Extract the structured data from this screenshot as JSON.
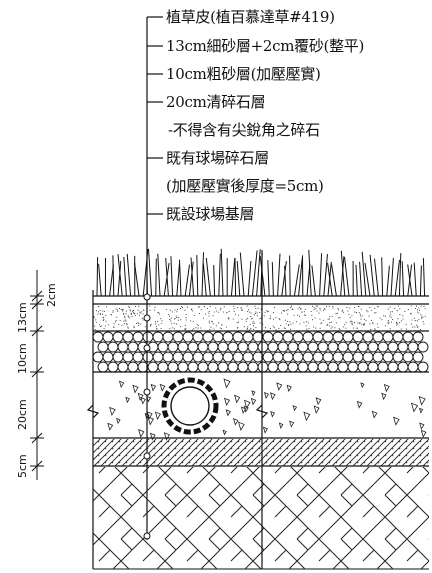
{
  "labels": {
    "turf": "植草皮(植百慕達草#419)",
    "sand_layer": "13cm細砂層+2cm覆砂(整平)",
    "coarse_sand": "10cm粗砂層(加壓壓實)",
    "gravel_layer": "20cm清碎石層",
    "gravel_note": "-不得含有尖銳角之碎石",
    "existing_gravel": "既有球場碎石層",
    "existing_gravel_note": "(加壓壓實後厚度=5cm)",
    "base_layer": "既設球場基層"
  },
  "dimensions": {
    "d_2cm": "2cm",
    "d_13cm": "13cm",
    "d_10cm": "10cm",
    "d_20cm": "20cm",
    "d_5cm": "5cm"
  },
  "colors": {
    "ink": "#111111",
    "background": "#ffffff"
  }
}
